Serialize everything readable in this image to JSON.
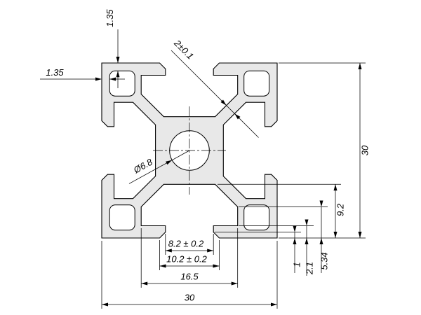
{
  "colors": {
    "profile_fill": "#e8e8e8",
    "line_color": "#000000",
    "background": "#ffffff"
  },
  "dimensions": {
    "corner_wall_top": "1.35",
    "corner_wall_left": "1.35",
    "web_thickness": "2±0.1",
    "center_bore": "Ø6.8",
    "overall_height": "30",
    "slot_cavity_depth": "9.2",
    "slot_wall_depth": "5.34",
    "lip_depth": "2.1",
    "chamfer_depth": "1",
    "slot_opening": "8.2 ± 0.2",
    "slot_opening_face": "10.2 ± 0.2",
    "cavity_width": "16.5",
    "overall_width": "30"
  }
}
